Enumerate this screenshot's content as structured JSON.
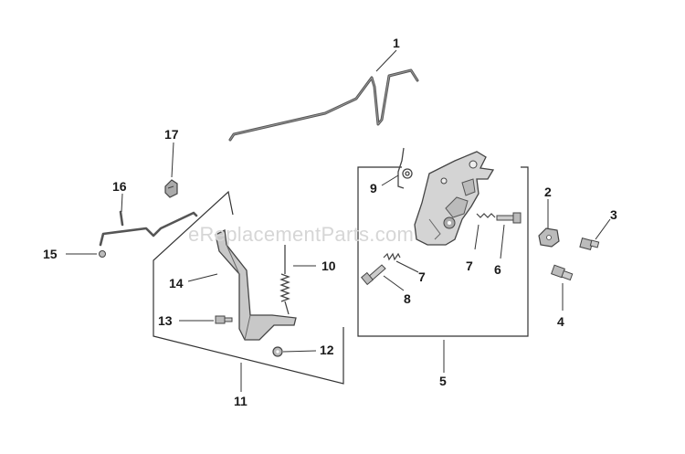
{
  "watermark": "eReplacementParts.com",
  "callouts": {
    "c1": "1",
    "c2": "2",
    "c3": "3",
    "c4": "4",
    "c5": "5",
    "c6": "6",
    "c7a": "7",
    "c7b": "7",
    "c8": "8",
    "c9": "9",
    "c10": "10",
    "c11": "11",
    "c12": "12",
    "c13": "13",
    "c14": "14",
    "c15": "15",
    "c16": "16",
    "c17": "17"
  }
}
